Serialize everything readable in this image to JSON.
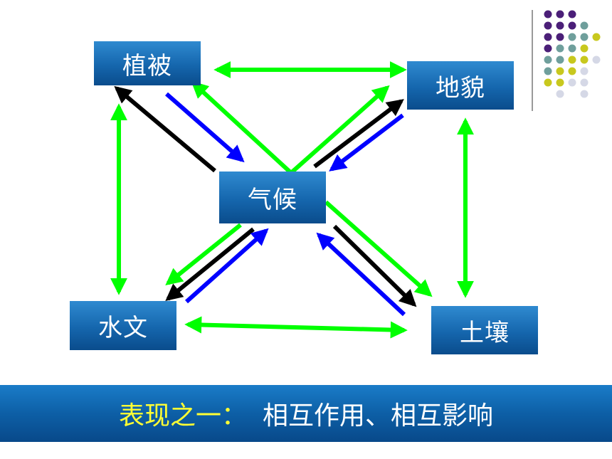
{
  "nodes": {
    "zhibei": "植被",
    "dimao": "地貌",
    "qihou": "气候",
    "shuiwen": "水文",
    "turang": "土壤"
  },
  "footer": {
    "prefix": "表现之一：",
    "text": "相互作用、相互影响"
  },
  "colors": {
    "green_arrow": "#00ff00",
    "black_arrow": "#000000",
    "blue_arrow": "#0000ff",
    "node_fill": "#1566ad",
    "footer_prefix": "#ffff33",
    "footer_text": "#ffffff",
    "dot_purple": "#4b1f78",
    "dot_teal": "#6f9f9c",
    "dot_yellow": "#c8c81e",
    "dot_light": "#d5d8e6"
  }
}
